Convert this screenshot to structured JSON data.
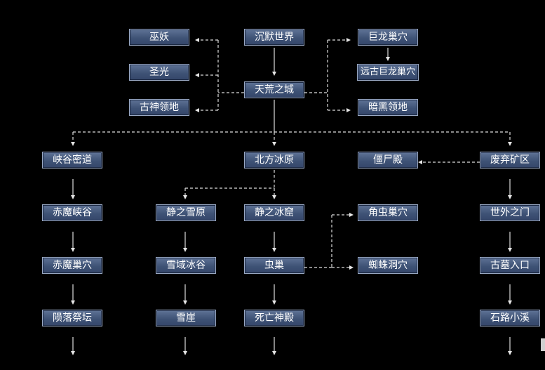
{
  "map": {
    "nodes": {
      "wuyao": "巫妖",
      "shengguang": "圣光",
      "gushen": "古神领地",
      "chenmo": "沉默世界",
      "tianhuang": "天荒之城",
      "julong": "巨龙巢穴",
      "yuangu": "远古巨龙巢穴",
      "anhei": "暗黑领地",
      "xiagu_midao": "峡谷密道",
      "beifang": "北方冰原",
      "jiangshi": "僵尸殿",
      "feiqi": "废弃矿区",
      "chimo_xiagu": "赤魔峡谷",
      "jing_xueyuan": "静之雪原",
      "jing_bingku": "静之冰窟",
      "jiaochong": "角虫巢穴",
      "shiwai": "世外之门",
      "chimo_chaoxue": "赤魔巢穴",
      "xueyu": "雪域冰谷",
      "chongchao": "虫巢",
      "zhizhu": "蜘蛛洞穴",
      "gumu": "古墓入口",
      "yunluo": "陨落祭坛",
      "xueya": "雪崖",
      "siwang": "死亡神殿",
      "shilu": "石路小溪"
    }
  }
}
